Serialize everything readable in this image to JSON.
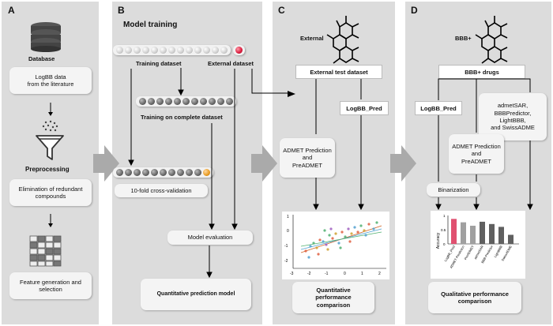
{
  "panels": {
    "a": {
      "label": "A",
      "database": "Database",
      "logbb": "LogBB data\nfrom the literature",
      "preprocessing": "Preprocessing",
      "elimination": "Elimination of redundant\ncompounds",
      "feature": "Feature generation and\nselection"
    },
    "b": {
      "label": "B",
      "title": "Model training",
      "training_dataset": "Training dataset",
      "external_dataset": "External dataset",
      "training_complete": "Training on complete dataset",
      "cv": "10-fold cross-validation",
      "model_eval": "Model evaluation",
      "quant_model": "Quantitative prediction model"
    },
    "c": {
      "label": "C",
      "external": "External",
      "ext_test": "External test dataset",
      "logbb_pred": "LogBB_Pred",
      "admet": "ADMET Prediction\nand\nPreADMET",
      "perf": "Quantitative\nperformance\ncomparison"
    },
    "d": {
      "label": "D",
      "bbb_plus": "BBB+",
      "bbb_drugs": "BBB+ drugs",
      "logbb_pred": "LogBB_Pred",
      "tools": "admetSAR,\nBBBPredictor,\nLightBBB,\nand SwissADME",
      "admet": "ADMET Prediction\nand\nPreADMET",
      "binarization": "Binarization",
      "perf": "Qualitative performance\ncomparison"
    }
  },
  "chart_data": [
    {
      "type": "scatter",
      "xlim": [
        -3,
        2
      ],
      "ylim": [
        -2,
        1
      ],
      "xticks": [
        "-3",
        "-2",
        "-1",
        "0",
        "1",
        "2"
      ],
      "yticks": [
        "1",
        "0",
        "-1",
        "-2"
      ]
    },
    {
      "type": "bar",
      "ylabel": "Accuracy",
      "categories": [
        "LogBB_Pred",
        "ADMET Prediction",
        "PreADMET",
        "admetSAR",
        "BBB Predictor",
        "LightBBB",
        "SwissADME"
      ],
      "values": [
        0.88,
        0.76,
        0.64,
        0.78,
        0.7,
        0.6,
        0.32
      ],
      "colors": [
        "#e05070",
        "#a0a0a0",
        "#a0a0a0",
        "#606060",
        "#606060",
        "#606060",
        "#606060"
      ],
      "yticks": [
        "1",
        "0.5",
        "0"
      ]
    }
  ],
  "colors": {
    "panel_bg": "#dcdcdc",
    "box_bg": "#f4f4f4"
  }
}
